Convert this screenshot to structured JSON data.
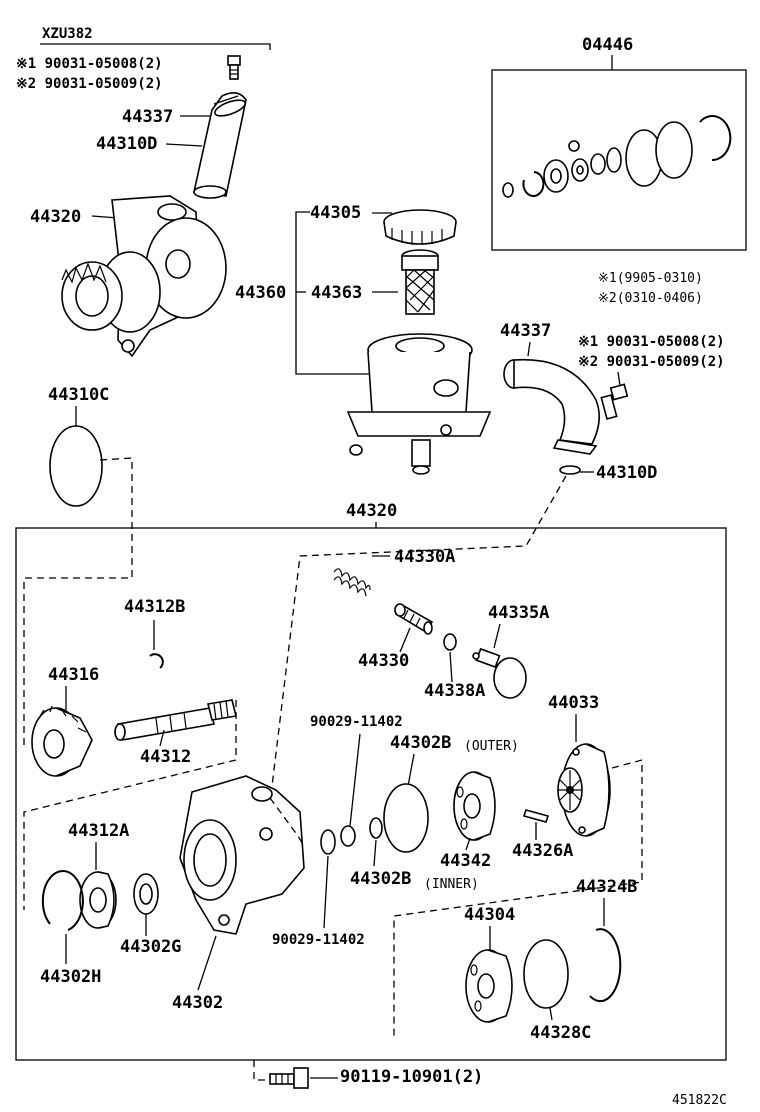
{
  "diagram_id": "451822C",
  "model_note": "XZU382",
  "top_bolts": {
    "line1": "※1 90031-05008(2)",
    "line2": "※2 90031-05009(2)"
  },
  "right_bolts": {
    "line1": "※1 90031-05008(2)",
    "line2": "※2 90031-05009(2)"
  },
  "date_notes": {
    "line1": "※1(9905-0310)",
    "line2": "※2(0310-0406)"
  },
  "kit_label": "04446",
  "labels": {
    "p44337_top": "44337",
    "p44310D_top": "44310D",
    "p44320_top": "44320",
    "p44305": "44305",
    "p44360": "44360",
    "p44363": "44363",
    "p44337_right": "44337",
    "p44310C": "44310C",
    "p44310D_right": "44310D",
    "p44320_box": "44320",
    "p44330A": "44330A",
    "p44312B": "44312B",
    "p44335A": "44335A",
    "p44330": "44330",
    "p44316": "44316",
    "p44338A": "44338A",
    "p44033": "44033",
    "p90029_upper": "90029-11402",
    "p44302B_outer": "44302B",
    "outer_note": "(OUTER)",
    "p44312": "44312",
    "p44312A": "44312A",
    "p44342": "44342",
    "p44326A": "44326A",
    "p44302B_inner": "44302B",
    "inner_note": "(INNER)",
    "p44324B": "44324B",
    "p44304": "44304",
    "p90029_lower": "90029-11402",
    "p44302G": "44302G",
    "p44302H": "44302H",
    "p44302": "44302",
    "p44328C": "44328C",
    "p90119": "90119-10901(2)"
  }
}
